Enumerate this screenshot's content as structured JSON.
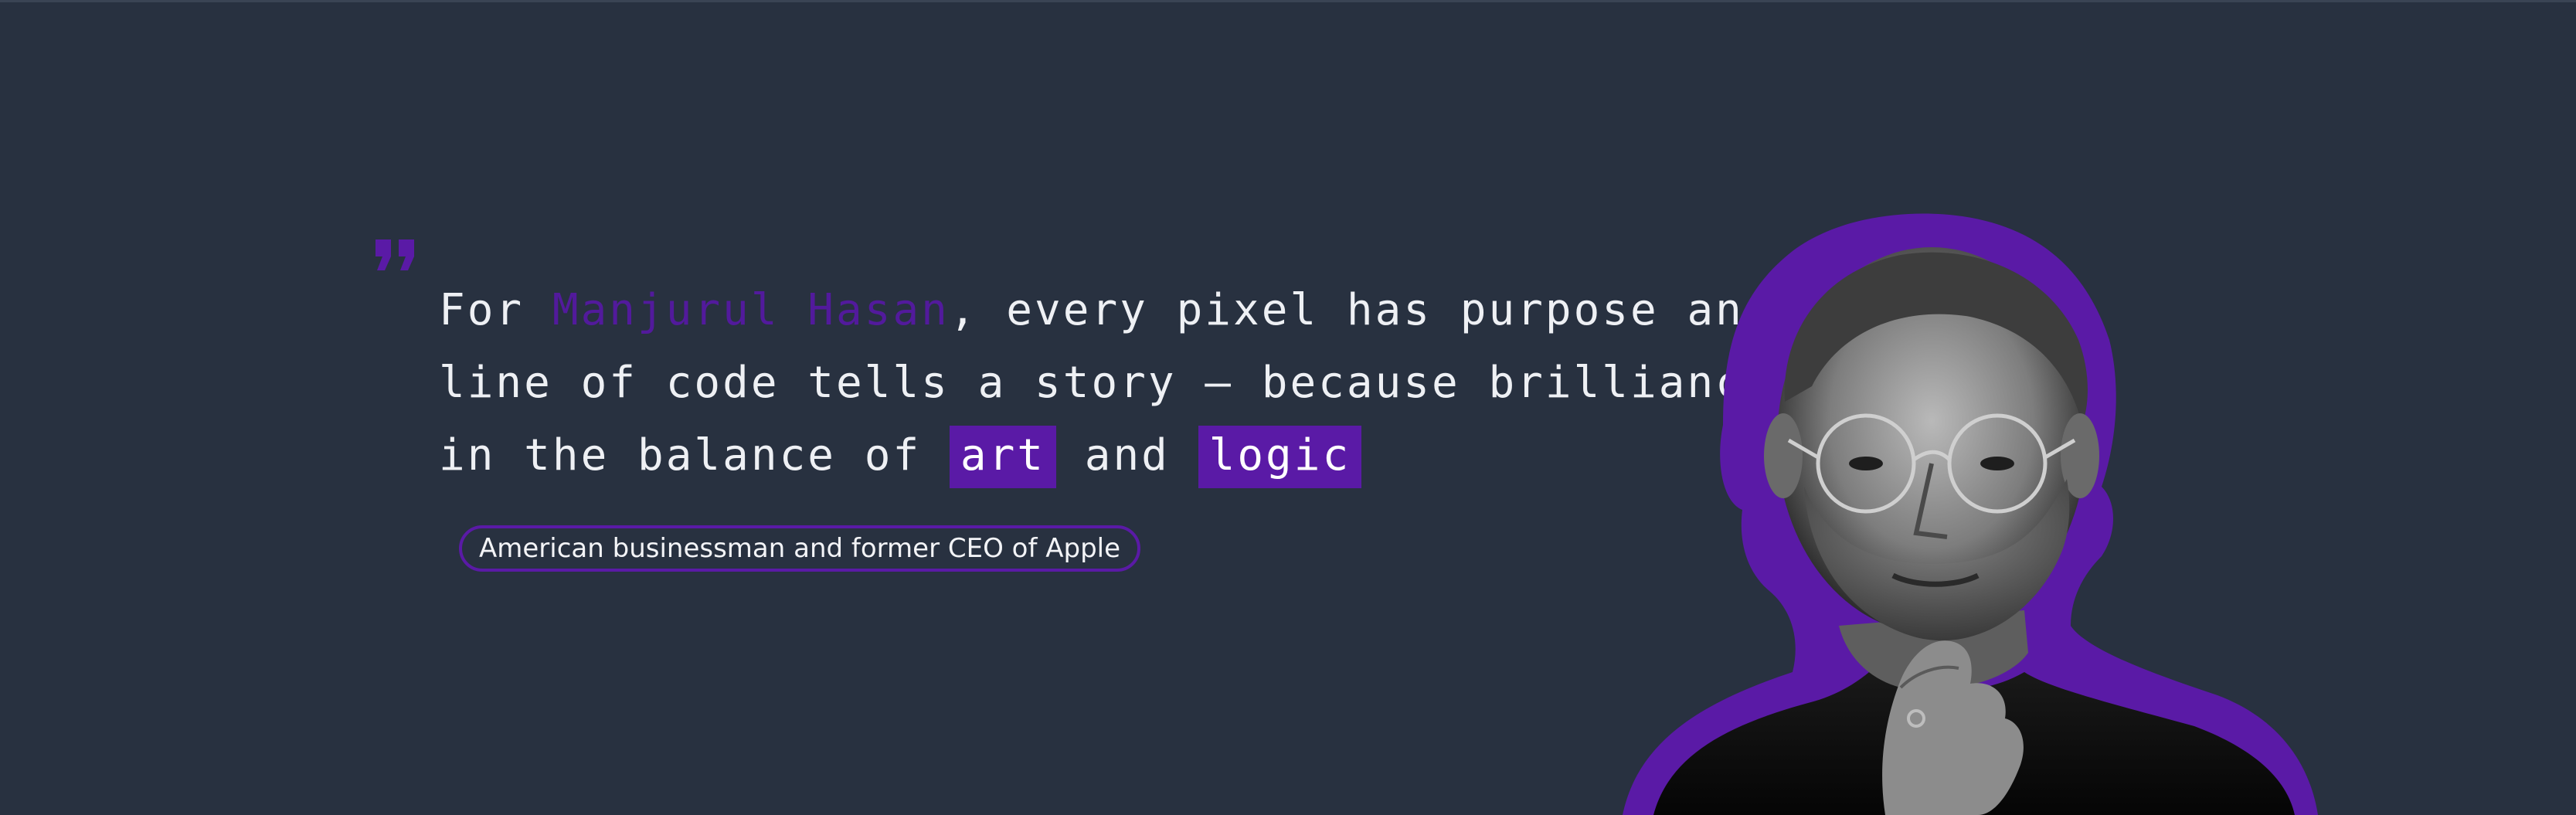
{
  "quote": {
    "line1_prefix": "For ",
    "name": "Manjurul Hasan",
    "line1_suffix": ", every pixel has purpose and every",
    "line2": "line of code tells a story — because brilliance lives",
    "line3_prefix": "in the balance of ",
    "word_art": "art",
    "word_and": " and ",
    "word_logic": "logic"
  },
  "caption": "American businessman and former CEO of Apple",
  "colors": {
    "background": "#283140",
    "accent_purple": "#5a1aa6",
    "text": "#eef0f4"
  },
  "icons": {
    "quote_mark": "open-quote-icon",
    "portrait": "person-portrait"
  }
}
